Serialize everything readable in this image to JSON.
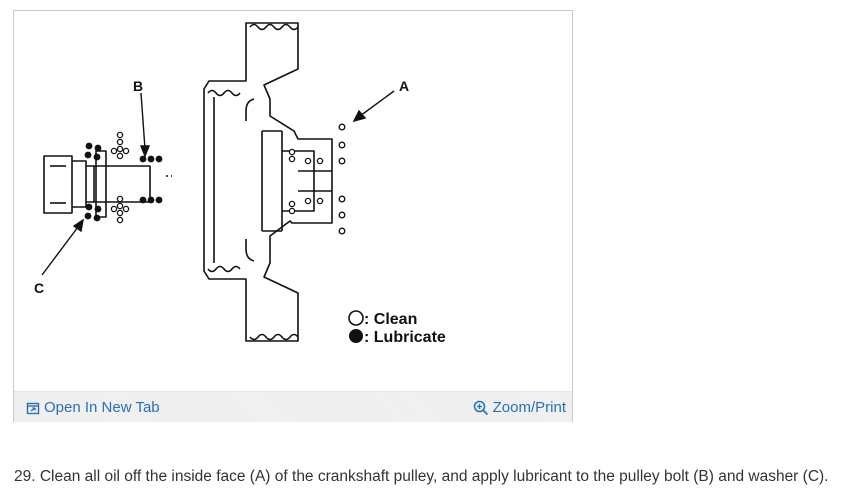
{
  "figure": {
    "callouts": {
      "a": "A",
      "b": "B",
      "c": "C"
    },
    "legend": {
      "clean_label": ": Clean",
      "lubricate_label": ": Lubricate"
    }
  },
  "toolbar": {
    "open_new_tab_label": "Open In New Tab",
    "open_new_tab_icon": "new-tab-icon",
    "zoom_print_label": "Zoom/Print",
    "zoom_print_icon": "zoom-icon",
    "link_color": "#2a6fb8"
  },
  "caption": {
    "text": "29. Clean all oil off the inside face (A) of the crankshaft pulley, and apply lubricant to the pulley bolt (B) and washer (C)."
  }
}
